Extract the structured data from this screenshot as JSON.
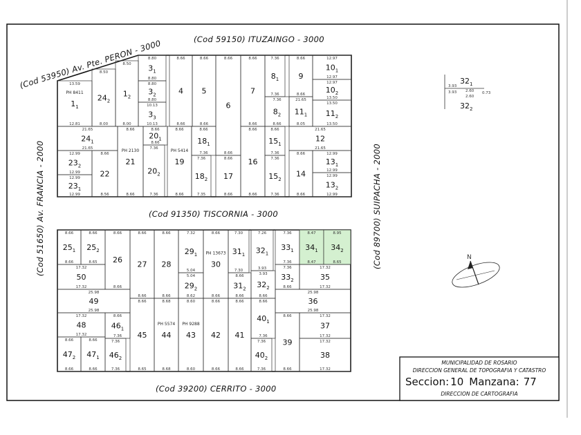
{
  "streets": {
    "north": "(Cod  59150)  ITUZAINGO - 3000",
    "northwest": "(Cod  53950)  Av. Pte. PERON - 3000",
    "middle": "(Cod  91350)  TISCORNIA - 3000",
    "south": "(Cod  39200)  CERRITO - 3000",
    "west": "(Cod  51650)  Av. FRANCIA - 2000",
    "east": "(Cod  89700)  SUIPACHA - 2000"
  },
  "highlight_color": "#d4f0d0",
  "blocks": {
    "upper": [
      {
        "num": "1",
        "sub": "1",
        "top": "13.59",
        "bottom": "12.81",
        "ph": "PH 8411"
      },
      {
        "num": "24",
        "sub": "2",
        "top": "8.50",
        "bottom": "8.00"
      },
      {
        "num": "1",
        "sub": "2",
        "top": "8.50",
        "bottom": "8.00"
      },
      {
        "num": "3",
        "sub": "1",
        "top": "8.80",
        "bottom": "8.80"
      },
      {
        "num": "3",
        "sub": "2",
        "top": "8.80",
        "bottom": "8.80"
      },
      {
        "num": "3",
        "sub": "3",
        "top": "10.13",
        "bottom": "10.13"
      },
      {
        "num": "4",
        "sub": "",
        "top": "8.66",
        "bottom": "8.66"
      },
      {
        "num": "5",
        "sub": "",
        "top": "8.66",
        "bottom": "8.66"
      },
      {
        "num": "6",
        "sub": "",
        "top": "8.66",
        "bottom": "8.66"
      },
      {
        "num": "7",
        "sub": "",
        "top": "8.66",
        "bottom": "8.66"
      },
      {
        "num": "8",
        "sub": "1",
        "top": "7.36",
        "bottom": "7.36"
      },
      {
        "num": "9",
        "sub": "",
        "top": "8.66",
        "bottom": "8.66"
      },
      {
        "num": "10",
        "sub": "1",
        "top": "12.97",
        "bottom": "12.97"
      },
      {
        "num": "10",
        "sub": "2",
        "top": "12.97",
        "bottom": "13.50"
      },
      {
        "num": "8",
        "sub": "2",
        "top": "7.36",
        "bottom": "8.66"
      },
      {
        "num": "11",
        "sub": "1",
        "top": "21.65",
        "bottom": "8.05"
      },
      {
        "num": "11",
        "sub": "2",
        "top": "13.50",
        "bottom": "13.50"
      },
      {
        "num": "24",
        "sub": "1",
        "top": "21.65",
        "bottom": "21.65"
      },
      {
        "num": "23",
        "sub": "2",
        "top": "12.99",
        "bottom": "12.99"
      },
      {
        "num": "23",
        "sub": "1",
        "top": "12.99",
        "bottom": "12.99"
      },
      {
        "num": "22",
        "sub": "",
        "top": "8.66",
        "bottom": "8.56"
      },
      {
        "num": "21",
        "sub": "",
        "top": "8.66",
        "bottom": "8.66",
        "ph": "PH 2130"
      },
      {
        "num": "20",
        "sub": "1",
        "top": "8.66",
        "bottom": "8.66"
      },
      {
        "num": "20",
        "sub": "2",
        "top": "7.36",
        "bottom": "7.36"
      },
      {
        "num": "19",
        "sub": "",
        "top": "8.66",
        "bottom": "8.66",
        "ph": "PH 5414"
      },
      {
        "num": "18",
        "sub": "1",
        "top": "8.66",
        "bottom": "7.36"
      },
      {
        "num": "18",
        "sub": "2",
        "top": "7.36",
        "bottom": "7.35"
      },
      {
        "num": "17",
        "sub": "",
        "top": "8.66",
        "bottom": "8.66"
      },
      {
        "num": "16",
        "sub": "",
        "top": "8.66",
        "bottom": "8.66"
      },
      {
        "num": "15",
        "sub": "1",
        "top": "8.66",
        "bottom": "7.36"
      },
      {
        "num": "15",
        "sub": "2",
        "top": "7.36",
        "bottom": "7.36"
      },
      {
        "num": "12",
        "sub": "",
        "top": "21.65",
        "bottom": "21.65"
      },
      {
        "num": "14",
        "sub": "",
        "top": "8.66",
        "bottom": "8.66"
      },
      {
        "num": "13",
        "sub": "1",
        "top": "12.99",
        "bottom": "12.99"
      },
      {
        "num": "13",
        "sub": "2",
        "top": "12.99",
        "bottom": "12.99"
      }
    ],
    "lower": [
      {
        "num": "25",
        "sub": "1",
        "top": "8.66",
        "bottom": "8.66"
      },
      {
        "num": "25",
        "sub": "2",
        "top": "8.66",
        "bottom": "8.65"
      },
      {
        "num": "26",
        "sub": "",
        "top": "8.66",
        "bottom": "8.66"
      },
      {
        "num": "50",
        "sub": "",
        "top": "17.32",
        "bottom": "17.32"
      },
      {
        "num": "49",
        "sub": "",
        "top": "25.98",
        "bottom": "25.98"
      },
      {
        "num": "48",
        "sub": "",
        "top": "17.32",
        "bottom": "17.32"
      },
      {
        "num": "46",
        "sub": "1",
        "top": "8.66",
        "bottom": "7.36"
      },
      {
        "num": "47",
        "sub": "2",
        "top": "8.66",
        "bottom": "8.66"
      },
      {
        "num": "47",
        "sub": "1",
        "top": "8.66",
        "bottom": "8.66"
      },
      {
        "num": "46",
        "sub": "2",
        "top": "7.36",
        "bottom": "7.36"
      },
      {
        "num": "27",
        "sub": "",
        "top": "8.66",
        "bottom": "8.66"
      },
      {
        "num": "28",
        "sub": "",
        "top": "8.66",
        "bottom": "8.66"
      },
      {
        "num": "29",
        "sub": "1",
        "top": "7.32",
        "bottom": "5.04"
      },
      {
        "num": "29",
        "sub": "2",
        "top": "5.04",
        "bottom": "8.62"
      },
      {
        "num": "30",
        "sub": "",
        "top": "8.66",
        "bottom": "8.66",
        "ph": "PH 13673"
      },
      {
        "num": "31",
        "sub": "1",
        "top": "7.30",
        "bottom": "7.30"
      },
      {
        "num": "31",
        "sub": "2",
        "top": "8.66",
        "bottom": "8.66"
      },
      {
        "num": "32",
        "sub": "1",
        "top": "7.26",
        "bottom": "3.93"
      },
      {
        "num": "32",
        "sub": "2",
        "top": "3.93",
        "bottom": "8.66"
      },
      {
        "num": "33",
        "sub": "1",
        "top": "7.36",
        "bottom": "7.36"
      },
      {
        "num": "33",
        "sub": "2",
        "top": "7.36",
        "bottom": "8.66"
      },
      {
        "num": "34",
        "sub": "1",
        "top": "8.47",
        "bottom": "8.47",
        "highlight": true
      },
      {
        "num": "34",
        "sub": "2",
        "top": "8.95",
        "bottom": "8.65",
        "highlight": true
      },
      {
        "num": "35",
        "sub": "",
        "top": "17.32",
        "bottom": "17.32"
      },
      {
        "num": "36",
        "sub": "",
        "top": "25.98",
        "bottom": "25.98"
      },
      {
        "num": "45",
        "sub": "",
        "top": "8.66",
        "bottom": "8.65"
      },
      {
        "num": "44",
        "sub": "",
        "top": "8.68",
        "bottom": "8.68",
        "ph": "PH 5574"
      },
      {
        "num": "43",
        "sub": "",
        "top": "8.60",
        "bottom": "8.60",
        "ph": "PH 9288"
      },
      {
        "num": "42",
        "sub": "",
        "top": "8.66",
        "bottom": "8.66"
      },
      {
        "num": "41",
        "sub": "",
        "top": "8.66",
        "bottom": "8.66"
      },
      {
        "num": "40",
        "sub": "1",
        "top": "8.66",
        "bottom": "7.36"
      },
      {
        "num": "40",
        "sub": "2",
        "top": "7.36",
        "bottom": "7.36"
      },
      {
        "num": "39",
        "sub": "",
        "top": "8.66",
        "bottom": "8.66"
      },
      {
        "num": "37",
        "sub": "",
        "top": "17.32",
        "bottom": "17.32"
      },
      {
        "num": "38",
        "sub": "",
        "top": "17.32",
        "bottom": "17.32"
      }
    ]
  },
  "inset": {
    "top_lot": {
      "num": "32",
      "sub": "1"
    },
    "bottom_lot": {
      "num": "32",
      "sub": "2"
    },
    "dims": [
      "3.93",
      "3.93",
      "2.60",
      "2.60",
      "0.73"
    ]
  },
  "compass": {
    "label": "N"
  },
  "title_block": {
    "line1": "MUNICIPALIDAD DE ROSARIO",
    "line2": "DIRECCION GENERAL DE TOPOGRAFIA Y CATASTRO",
    "seccion_label": "Seccion:",
    "seccion": "10",
    "manzana_label": "Manzana:",
    "manzana": "77",
    "line4": "DIRECCION DE CARTOGRAFIA"
  }
}
